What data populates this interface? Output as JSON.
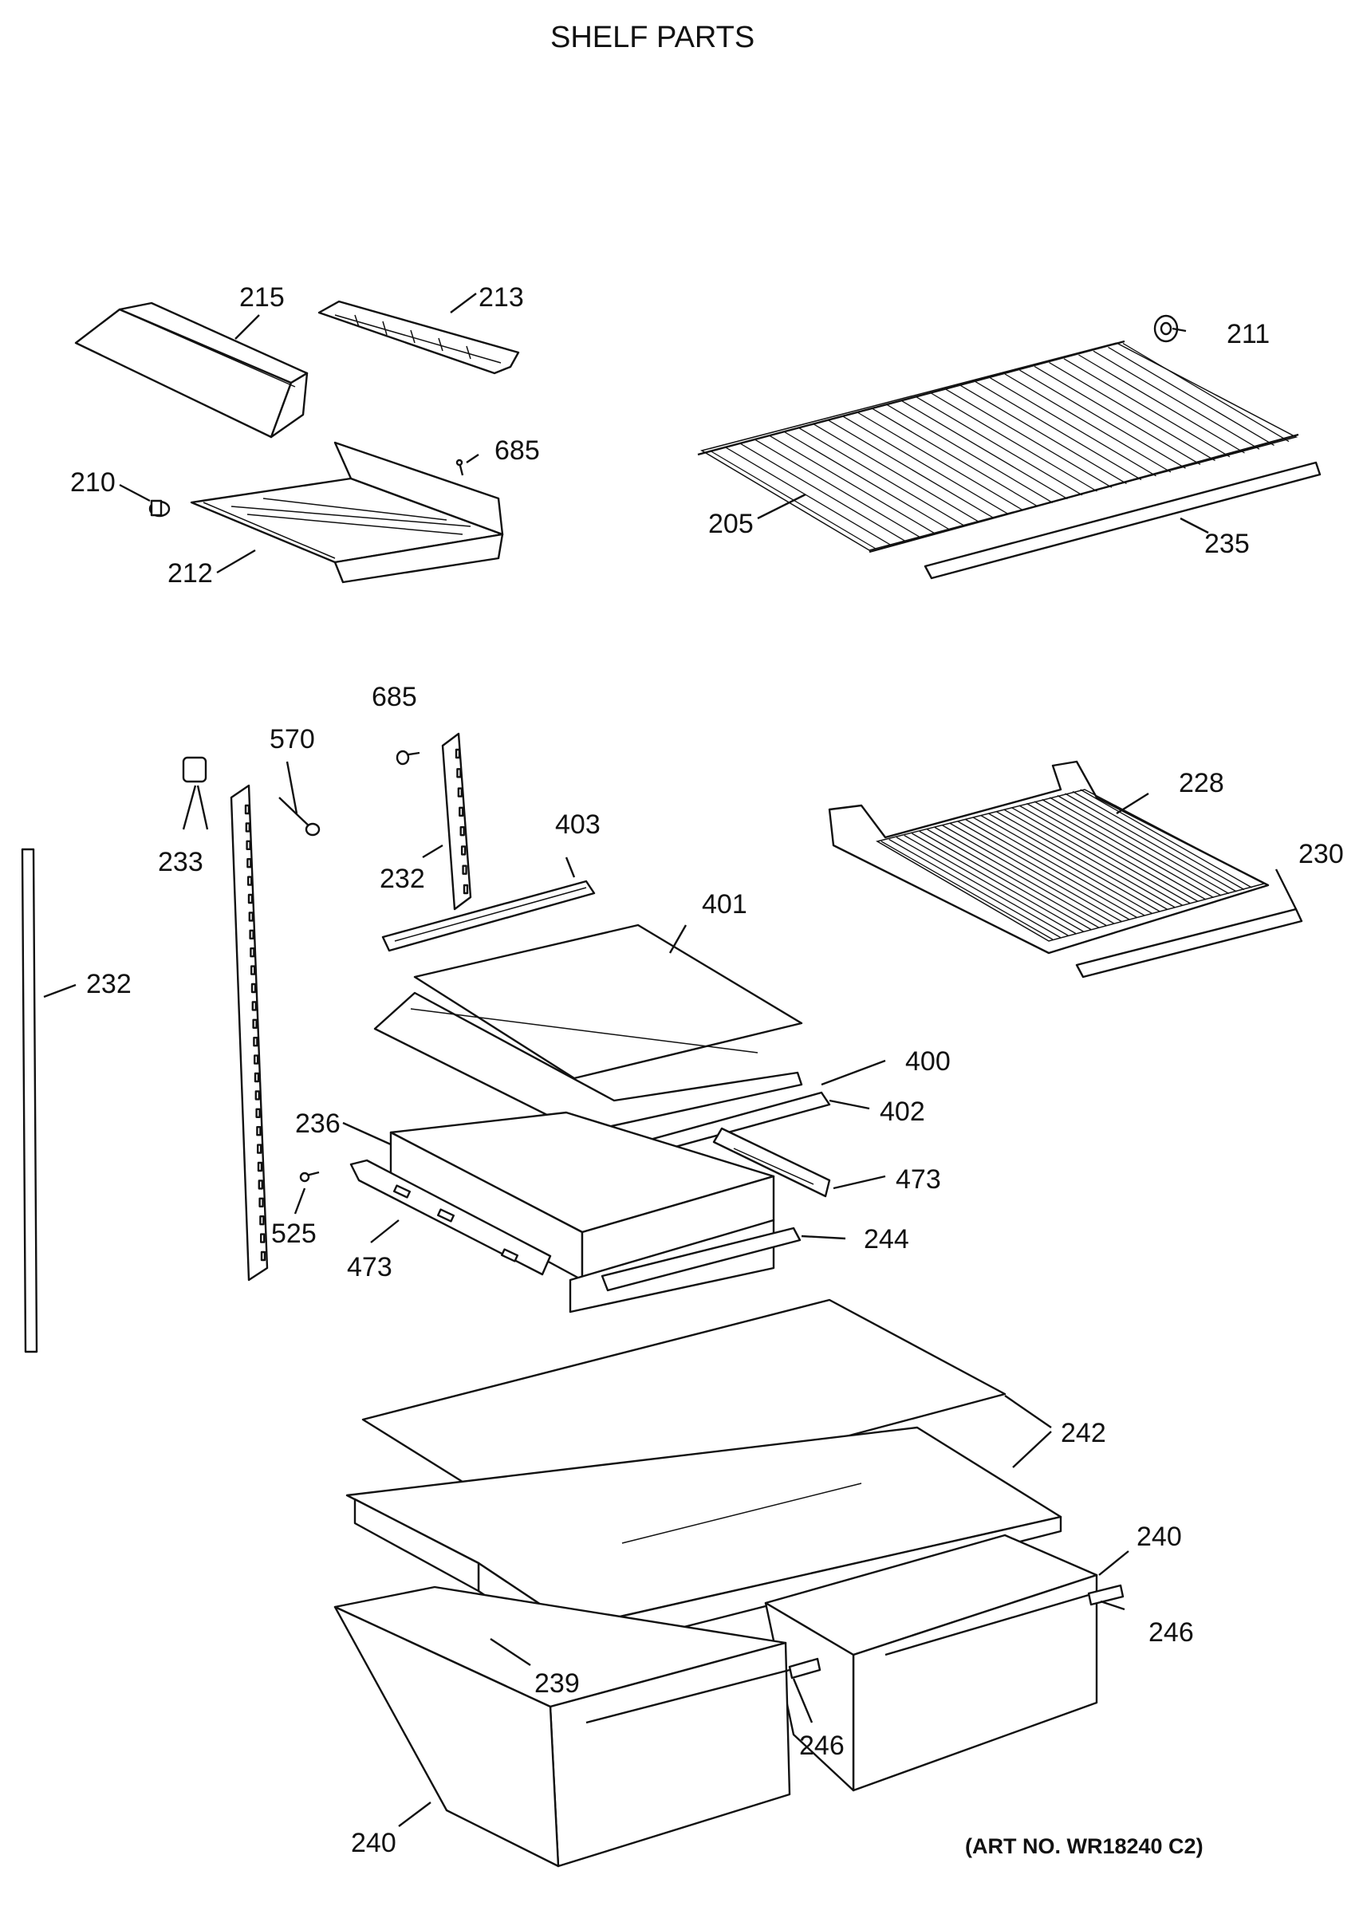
{
  "title": "SHELF PARTS",
  "art_number": "(ART NO. WR18240 C2)",
  "callouts": [
    {
      "id": "c215",
      "text": "215"
    },
    {
      "id": "c213",
      "text": "213"
    },
    {
      "id": "c211",
      "text": "211"
    },
    {
      "id": "c685a",
      "text": "685"
    },
    {
      "id": "c210",
      "text": "210"
    },
    {
      "id": "c212",
      "text": "212"
    },
    {
      "id": "c205",
      "text": "205"
    },
    {
      "id": "c235",
      "text": "235"
    },
    {
      "id": "c685b",
      "text": "685"
    },
    {
      "id": "c570",
      "text": "570"
    },
    {
      "id": "c233",
      "text": "233"
    },
    {
      "id": "c232a",
      "text": "232"
    },
    {
      "id": "c403",
      "text": "403"
    },
    {
      "id": "c401",
      "text": "401"
    },
    {
      "id": "c228",
      "text": "228"
    },
    {
      "id": "c230",
      "text": "230"
    },
    {
      "id": "c232b",
      "text": "232"
    },
    {
      "id": "c400",
      "text": "400"
    },
    {
      "id": "c402",
      "text": "402"
    },
    {
      "id": "c236",
      "text": "236"
    },
    {
      "id": "c473a",
      "text": "473"
    },
    {
      "id": "c525",
      "text": "525"
    },
    {
      "id": "c244",
      "text": "244"
    },
    {
      "id": "c473b",
      "text": "473"
    },
    {
      "id": "c242",
      "text": "242"
    },
    {
      "id": "c240a",
      "text": "240"
    },
    {
      "id": "c246a",
      "text": "246"
    },
    {
      "id": "c239",
      "text": "239"
    },
    {
      "id": "c246b",
      "text": "246"
    },
    {
      "id": "c240b",
      "text": "240"
    }
  ]
}
